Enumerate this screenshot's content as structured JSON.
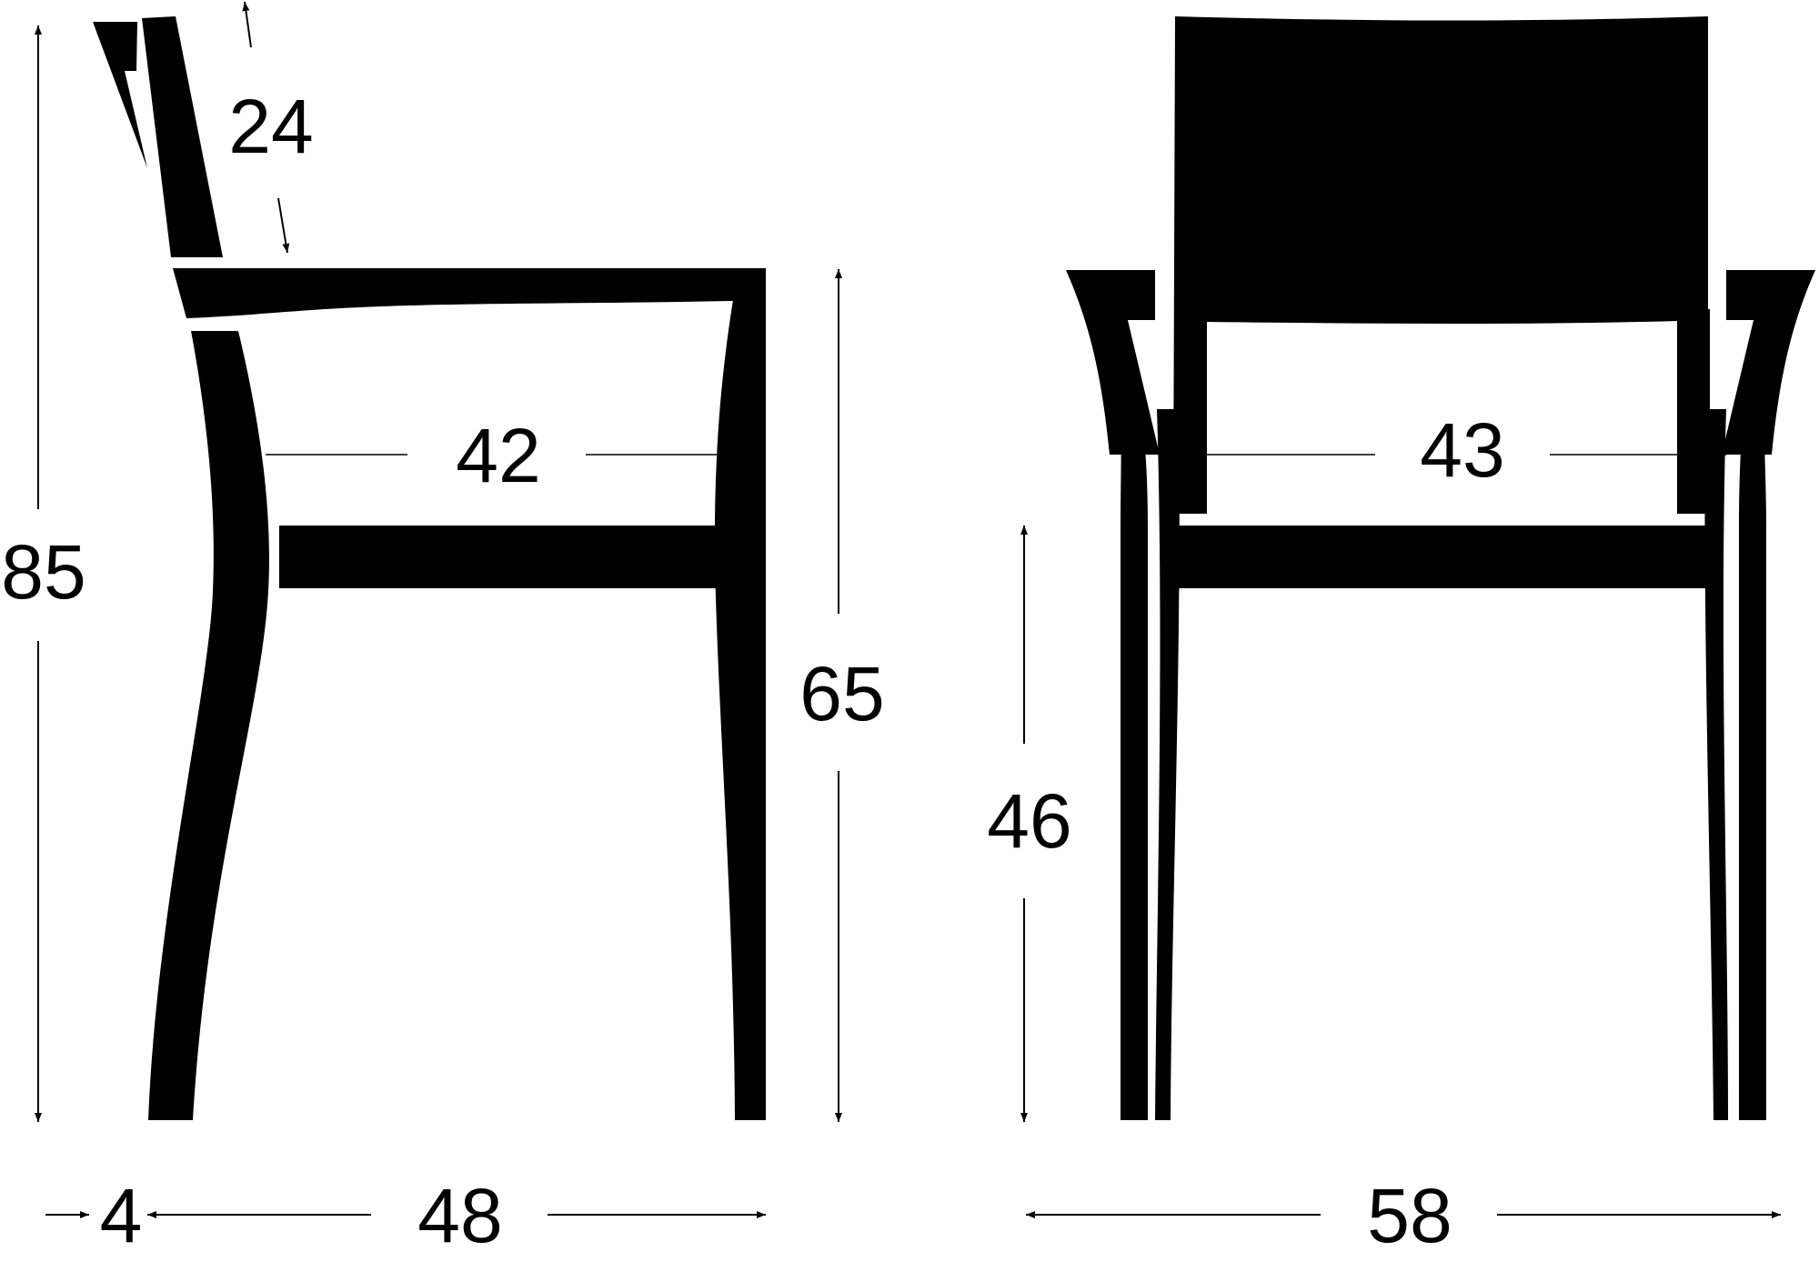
{
  "colors": {
    "ink": "#000000",
    "paper": "#ffffff"
  },
  "side_view": {
    "height_total": "85",
    "backrest_height": "24",
    "seat_depth": "42",
    "armrest_height": "65",
    "back_offset": "4",
    "depth_total": "48"
  },
  "front_view": {
    "seat_width": "43",
    "seat_height": "46",
    "width_total": "58"
  }
}
